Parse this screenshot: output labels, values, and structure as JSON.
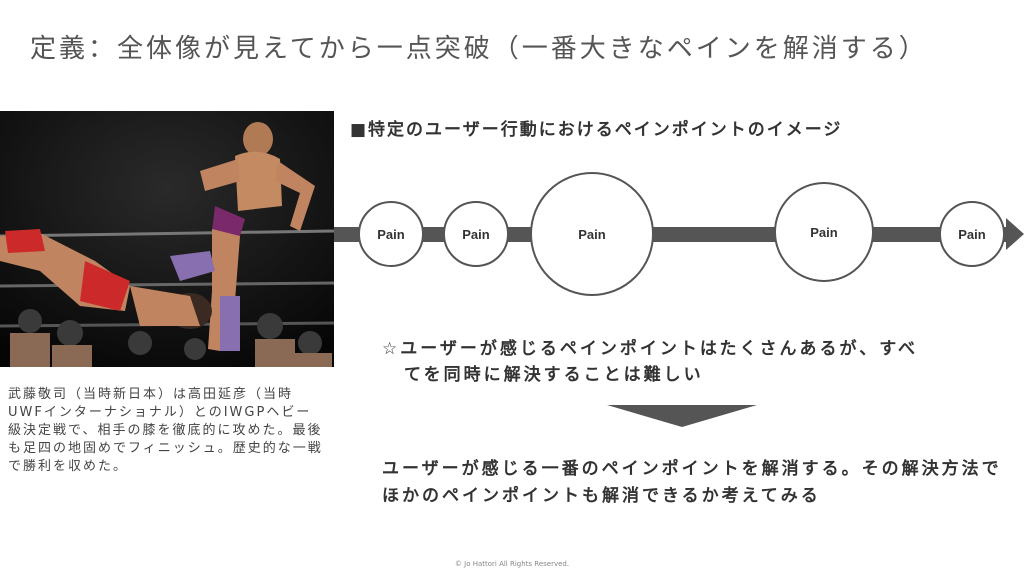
{
  "slide": {
    "title": "定義：全体像が見えてから一点突破（一番大きなペインを解消する）",
    "caption": "武藤敬司（当時新日本）は高田延彦（当時UWFインターナショナル）とのIWGPヘビー級決定戦で、相手の膝を徹底的に攻めた。最後も足四の地固めでフィニッシュ。歴史的な一戦で勝利を収めた。",
    "subtitle": "■特定のユーザー行動におけるペインポイントのイメージ",
    "pain_points": [
      "Pain",
      "Pain",
      "Pain",
      "Pain",
      "Pain"
    ],
    "statement_line1": "☆ユーザーが感じるペインポイントはたくさんあるが、すべ",
    "statement_line2": "てを同時に解決することは難しい",
    "conclusion": "ユーザーが感じる一番のペインポイントを解消する。その解決方法でほかのペインポイントも解消できるか考えてみる",
    "copyright": "© Jo Hattori All Rights Reserved.",
    "colors": {
      "arrow": "#555555",
      "circle_stroke": "#555555",
      "text": "#333333"
    }
  }
}
